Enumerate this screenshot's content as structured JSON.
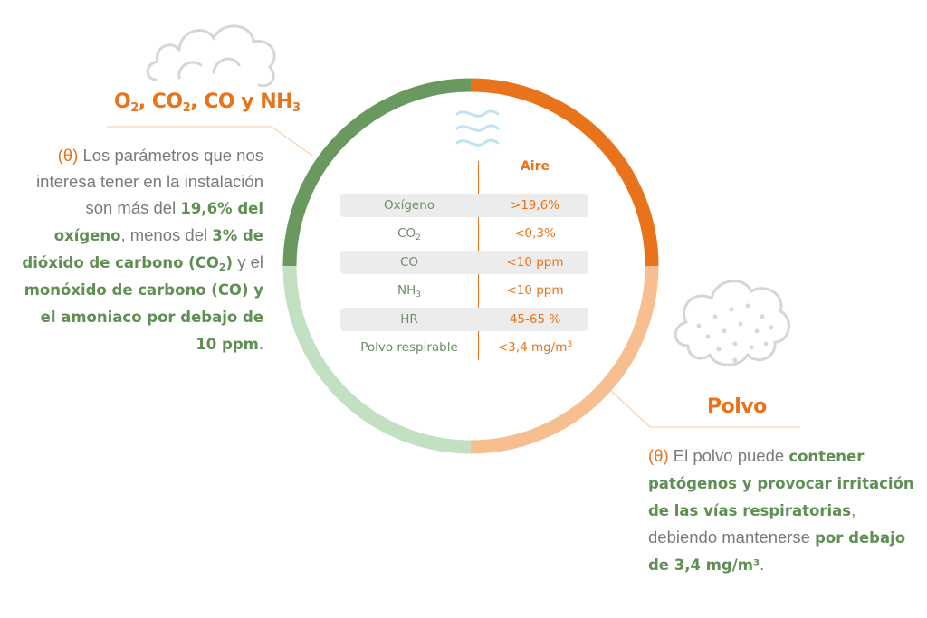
{
  "colors": {
    "green_dark": "#6a9960",
    "green_light": "#c3e0c2",
    "orange_dark": "#e8731a",
    "orange_light": "#f7bf8f",
    "gray_icon": "#d5d5d5",
    "water_icon": "#bfe3ef"
  },
  "icons": [
    "cloud-icon",
    "dust-cloud-icon",
    "air-wave-icon",
    "theta-marker"
  ],
  "gases": {
    "title_parts": [
      "O",
      "2",
      ", CO",
      "2",
      ", CO y NH",
      "3"
    ],
    "marker": "(θ)",
    "text": {
      "t1": " Los parámetros que nos interesa tener en la instalación son más del ",
      "b1": "19,6% del oxígeno",
      "t2": ", menos del ",
      "b2a": "3% de dióxido de carbono (CO",
      "b2sub": "2",
      "b2b": ")",
      "t3": " y el ",
      "b3": "monóxido de carbono (CO) y el amoniaco por debajo de 10 ppm",
      "t4": "."
    }
  },
  "polvo": {
    "title": "Polvo",
    "marker": "(θ)",
    "text": {
      "t1": " El polvo puede ",
      "b1": "contener patógenos y provocar irritación de las vías respiratorias",
      "t2": ", debiendo mantenerse ",
      "b2": "por debajo de 3,4 mg/m³",
      "t3": "."
    }
  },
  "table": {
    "header": "Aire",
    "rows": [
      {
        "name": "Oxígeno",
        "value": ">19,6%"
      },
      {
        "name": "CO",
        "name_sub": "2",
        "value": "<0,3%"
      },
      {
        "name": "CO",
        "value": "<10 ppm"
      },
      {
        "name": "NH",
        "name_sub": "3",
        "value": "<10 ppm"
      },
      {
        "name": "HR",
        "value": "45-65 %"
      },
      {
        "name": "Polvo respirable",
        "value": "<3,4 mg/m",
        "value_sup": "3"
      }
    ]
  }
}
